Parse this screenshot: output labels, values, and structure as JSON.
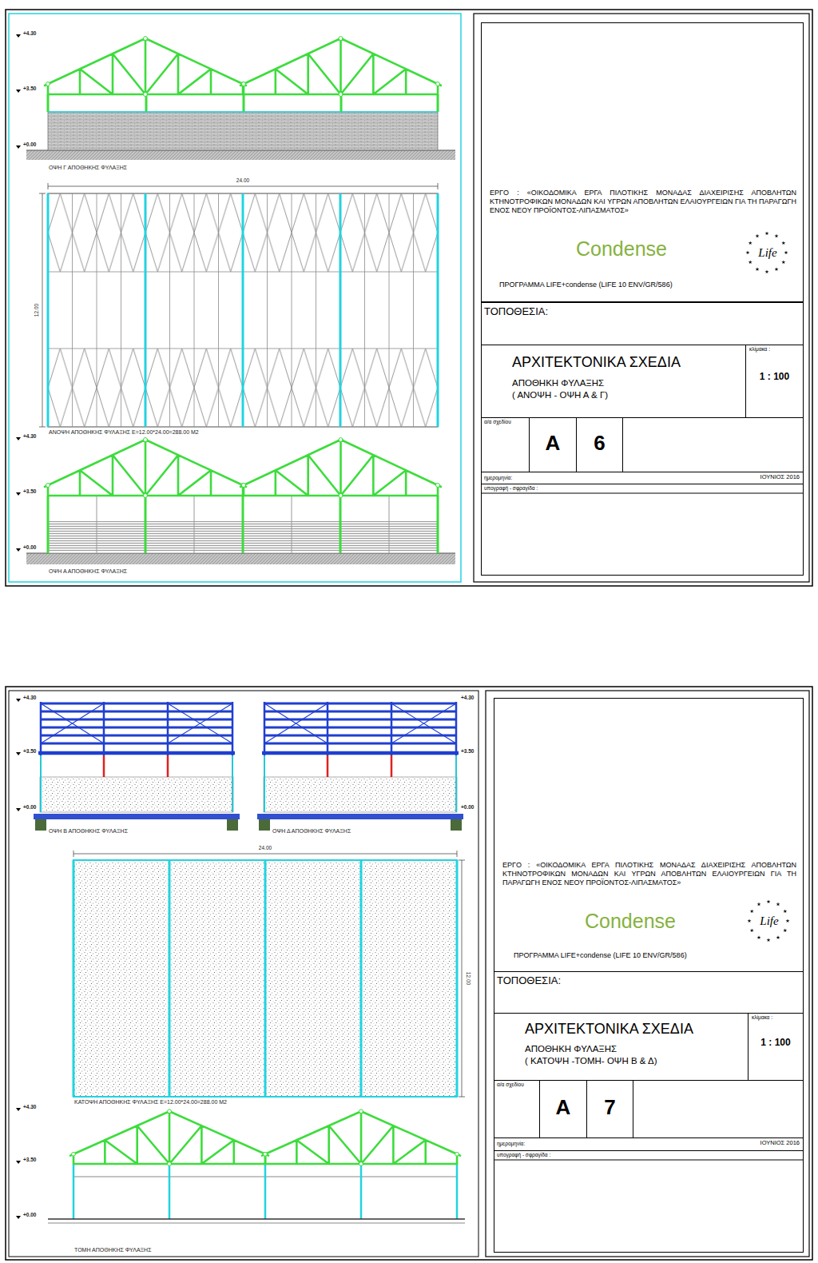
{
  "diagram": {
    "nodes": [
      {
        "text": [
          "ΕΡΓΟ : «ΟΙΚΟΔΟΜΙΚΑ ΕΡΓΑ ΠΙΛΟΤΙΚΗΣ ΜΟΝΑΔΑΣ ΔΙΑΧΕΙΡΙΣΗΣ ΑΠΟΒΛΗΤΩΝ ΚΤΗΝΟΤΡΟΦΙΚΩΝ ΜΟΝΑΔΩΝ ΚΑΙ ΥΓΡΩΝ ΑΠΟΒΛΗΤΩΝ ΕΛΑΙΟΥΡΓΕΙΩΝ ΓΙΑ ΤΗ ΠΑΡΑΓΩΓΗ ΕΝΟΣ ΝΕΟΥ ΠΡΟΪΟΝΤΟΣ-ΛΙΠΑΣΜΑΤΟΣ»",
          "Condense",
          "Life",
          "ΠΡΟΓΡΑΜΜΑ LIFE+condense (LIFE 10 ENV/GR/586)"
        ]
      },
      {
        "text": [
          "ΤΟΠΟΘΕΣΙΑ:"
        ]
      },
      {
        "text": [
          "ΑΡΧΙΤΕΚΤΟΝΙΚΑ ΣΧΕΔΙΑ",
          "ΑΠΟΘΗΚΗ ΦΥΛΑΞΗΣ",
          "( ΑΝΟΨΗ - ΟΨΗ Α & Γ)"
        ]
      },
      {
        "text": [
          "κλίμακα :",
          "1 : 100"
        ]
      },
      {
        "text": [
          "α/α σχεδίου"
        ]
      },
      {
        "text": [
          "Α"
        ],
        "in": 4
      },
      {
        "text": [
          "6"
        ],
        "in": 4
      },
      {
        "text": [
          "ημερομηνία:",
          "ΙΟΥΝΙΟΣ 2016"
        ]
      },
      {
        "text": [
          "υπογραφή - σφραγίδα :"
        ]
      },
      {
        "text": [
          "ΕΡΓΟ : «ΟΙΚΟΔΟΜΙΚΑ ΕΡΓΑ ΠΙΛΟΤΙΚΗΣ ΜΟΝΑΔΑΣ ΔΙΑΧΕΙΡΙΣΗΣ ΑΠΟΒΛΗΤΩΝ ΚΤΗΝΟΤΡΟΦΙΚΩΝ ΜΟΝΑΔΩΝ ΚΑΙ ΥΓΡΩΝ ΑΠΟΒΛΗΤΩΝ ΕΛΑΙΟΥΡΓΕΙΩΝ ΓΙΑ ΤΗ ΠΑΡΑΓΩΓΗ ΕΝΟΣ ΝΕΟΥ ΠΡΟΪΟΝΤΟΣ-ΛΙΠΑΣΜΑΤΟΣ»",
          "Condense",
          "Life",
          "ΠΡΟΓΡΑΜΜΑ LIFE+condense (LIFE 10 ENV/GR/586)"
        ]
      },
      {
        "text": [
          "ΤΟΠΟΘΕΣΙΑ:"
        ]
      },
      {
        "text": [
          "ΑΡΧΙΤΕΚΤΟΝΙΚΑ ΣΧΕΔΙΑ",
          "ΑΠΟΘΗΚΗ ΦΥΛΑΞΗΣ",
          "( ΚΑΤΟΨΗ -ΤΟΜΗ- ΟΨΗ Β & Δ)"
        ]
      },
      {
        "text": [
          "κλίμακα :",
          "1 : 100"
        ]
      },
      {
        "text": [
          "α/α σχεδίου"
        ]
      },
      {
        "text": [
          "Α"
        ],
        "in": 13
      },
      {
        "text": [
          "7"
        ],
        "in": 13
      },
      {
        "text": [
          "ημερομηνία:",
          "ΙΟΥΝΙΟΣ 2016"
        ]
      },
      {
        "text": [
          "υπογραφή - σφραγίδα :"
        ]
      }
    ],
    "labels": [
      "+4.30",
      "+3.50",
      "+0.00",
      "ΟΨΗ Γ ΑΠΟΘΗΚΗΣ ΦΥΛΑΞΗΣ",
      "24.00",
      "12.00",
      "ΑΝΟΨΗ ΑΠΟΘΗΚΗΣ ΦΥΛΑΞΗΣ Ε=12.00*24.00=288.00 Μ2",
      "+4.30",
      "+3.50",
      "+0.00",
      "ΟΨΗ Α ΑΠΟΘΗΚΗΣ ΦΥΛΑΞΗΣ",
      "+4.30",
      "+3.50",
      "+0.00",
      "+4.30",
      "+3.50",
      "+0.00",
      "ΟΨΗ Β ΑΠΟΘΗΚΗΣ ΦΥΛΑΞΗΣ",
      "ΟΨΗ Δ ΑΠΟΘΗΚΗΣ ΦΥΛΑΞΗΣ",
      "24.00",
      "12.00",
      "ΚΑΤΟΨΗ ΑΠΟΘΗΚΗΣ ΦΥΛΑΞΗΣ Ε=12.00*24.00=288.00 Μ2",
      "+4.30",
      "+3.50",
      "+0.00",
      "ΤΟΜΗ ΑΠΟΘΗΚΗΣ ΦΥΛΑΞΗΣ"
    ]
  }
}
